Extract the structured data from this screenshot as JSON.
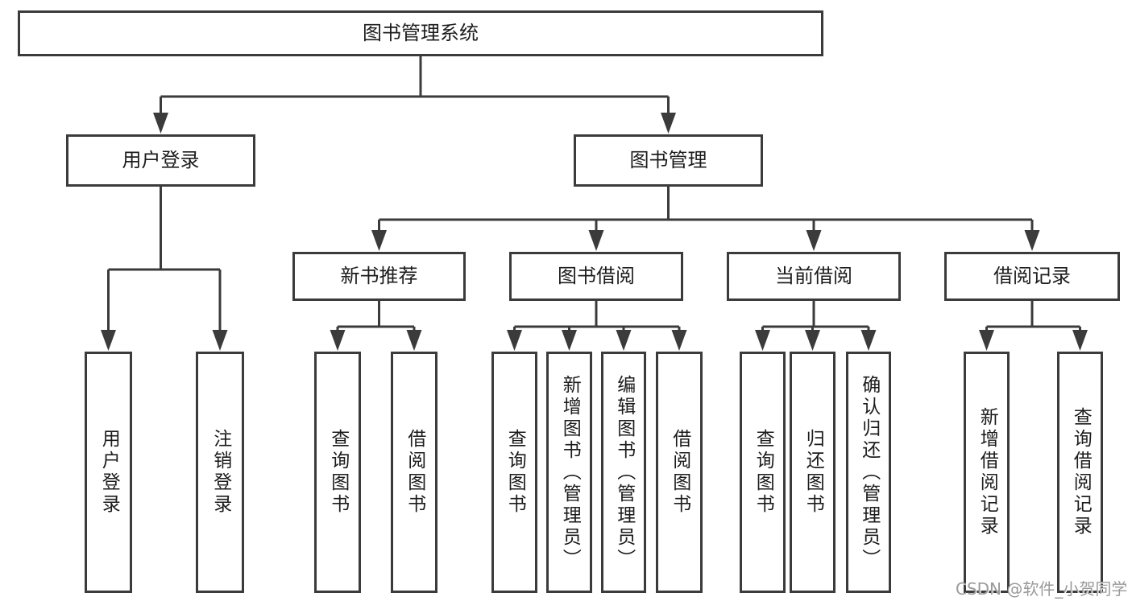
{
  "diagram": {
    "root": {
      "label": "图书管理系统"
    },
    "branches": [
      {
        "label": "用户登录",
        "children": [
          {
            "label": "用户登录"
          },
          {
            "label": "注销登录"
          }
        ]
      },
      {
        "label": "图书管理",
        "children": [
          {
            "label": "新书推荐",
            "children": [
              {
                "label": "查询图书"
              },
              {
                "label": "借阅图书"
              }
            ]
          },
          {
            "label": "图书借阅",
            "children": [
              {
                "label": "查询图书"
              },
              {
                "label": "新增图书（管理员）"
              },
              {
                "label": "编辑图书（管理员）"
              },
              {
                "label": "借阅图书"
              }
            ]
          },
          {
            "label": "当前借阅",
            "children": [
              {
                "label": "查询图书"
              },
              {
                "label": "归还图书"
              },
              {
                "label": "确认归还（管理员）"
              }
            ]
          },
          {
            "label": "借阅记录",
            "children": [
              {
                "label": "新增借阅记录"
              },
              {
                "label": "查询借阅记录"
              }
            ]
          }
        ]
      }
    ]
  },
  "watermark": "CSDN @软件_小贺同学",
  "colors": {
    "line": "#3b3b3b",
    "text": "#1c1c1c",
    "watermark": "#9a9a9a",
    "background": "#ffffff"
  }
}
